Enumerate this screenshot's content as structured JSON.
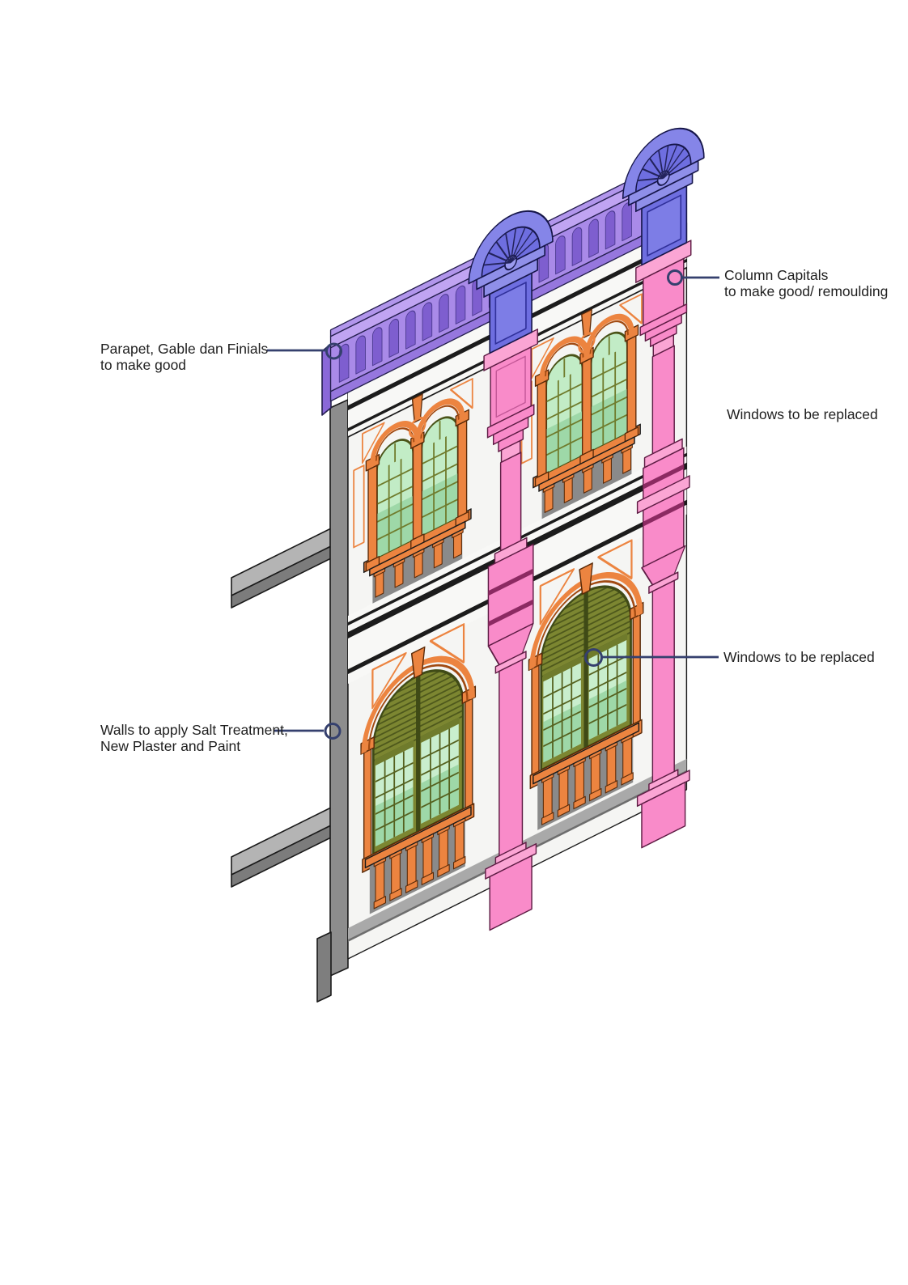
{
  "labels": {
    "column_capitals": {
      "line1": "Column Capitals",
      "line2": "to make good/ remoulding"
    },
    "parapet_gable": {
      "line1": "Parapet, Gable dan Finials",
      "line2": "to make good"
    },
    "windows_upper": {
      "text": "Windows to be replaced"
    },
    "windows_lower": {
      "text": "Windows to be replaced"
    },
    "walls": {
      "line1": "Walls to apply Salt Treatment,",
      "line2": "New Plaster and Paint"
    }
  },
  "colors": {
    "background": "#ffffff",
    "label_text": "#1f1f1f",
    "leader": "#35406e",
    "parapet_purple": "#a98ae8",
    "finial_blue": "#6e6ee0",
    "column_pink": "#f98bc9",
    "detail_orange": "#ec8440",
    "glass_green": "#c2ecc6",
    "frame_olive": "#6f7b2c",
    "wall_white": "#f5f5f3",
    "structure_gray": "#8d8d8d"
  }
}
